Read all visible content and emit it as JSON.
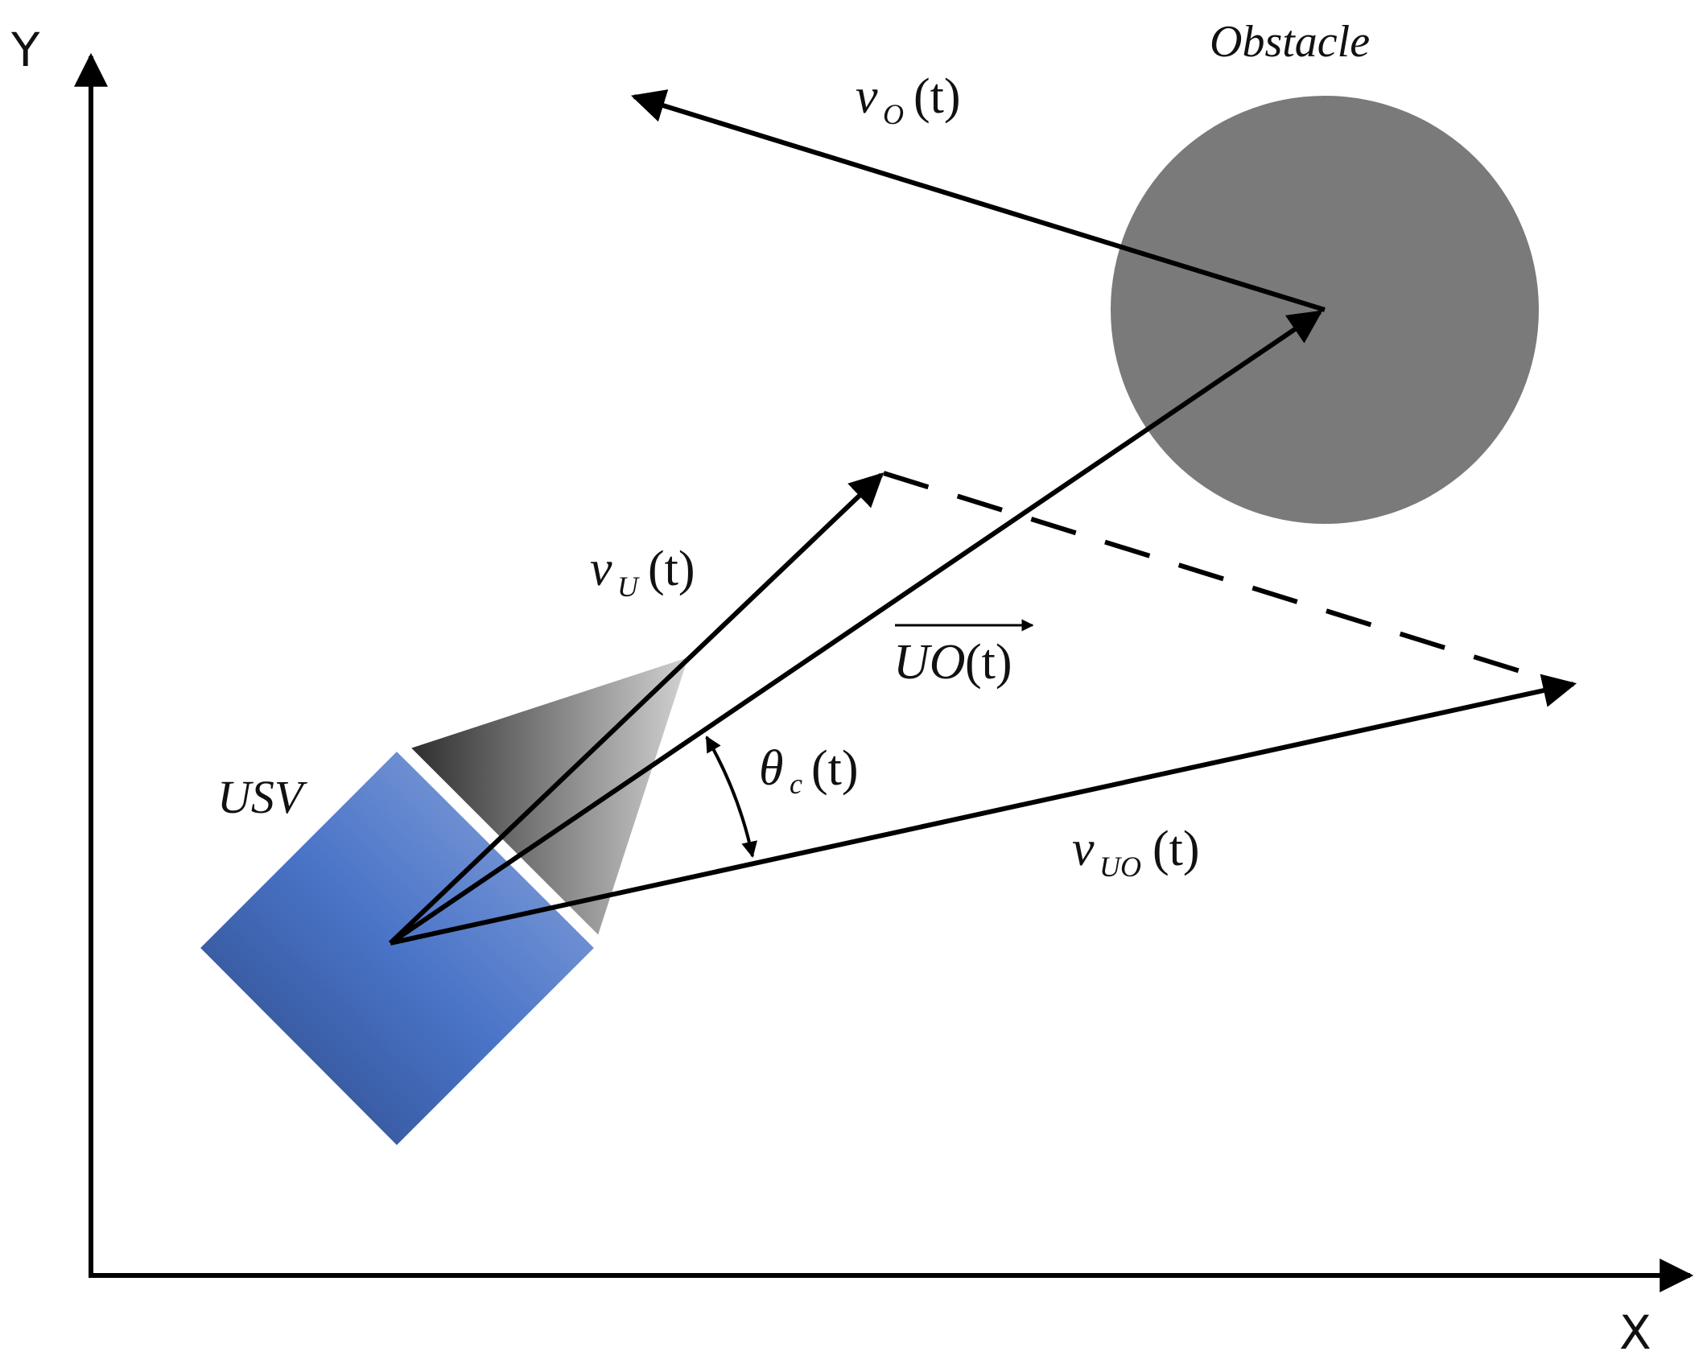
{
  "axes": {
    "x_label": "X",
    "y_label": "Y"
  },
  "labels": {
    "obstacle": "Obstacle",
    "usv": "USV",
    "v_o": {
      "base": "v",
      "sub": "O",
      "arg": "(t)"
    },
    "v_u": {
      "base": "v",
      "sub": "U",
      "arg": "(t)"
    },
    "v_uo": {
      "base": "v",
      "sub": "UO",
      "arg": "(t)"
    },
    "uo": {
      "base": "UO",
      "arg": "(t)"
    },
    "theta": {
      "base": "θ",
      "sub": "c",
      "arg": "(t)"
    }
  },
  "colors": {
    "obstacle_fill": "#7a7a7a",
    "usv_light": "#8fa8dc",
    "usv_mid": "#4a74c8",
    "usv_dark": "#2a4682",
    "ink": "#000000"
  }
}
